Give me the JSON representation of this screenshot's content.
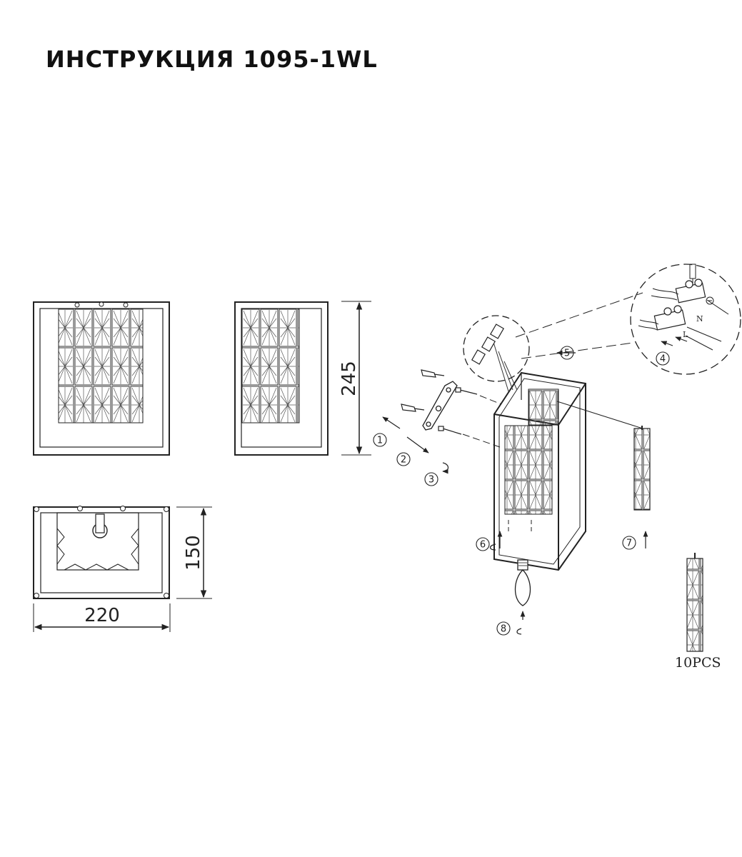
{
  "title": "ИНСТРУКЦИЯ 1095-1WL",
  "dimensions": {
    "height": "245",
    "depth": "150",
    "width": "220"
  },
  "steps": [
    "1",
    "2",
    "3",
    "4",
    "5",
    "6",
    "7",
    "8"
  ],
  "wiring": {
    "neutral": "N",
    "live": "L"
  },
  "pendant_count": "10PCS"
}
